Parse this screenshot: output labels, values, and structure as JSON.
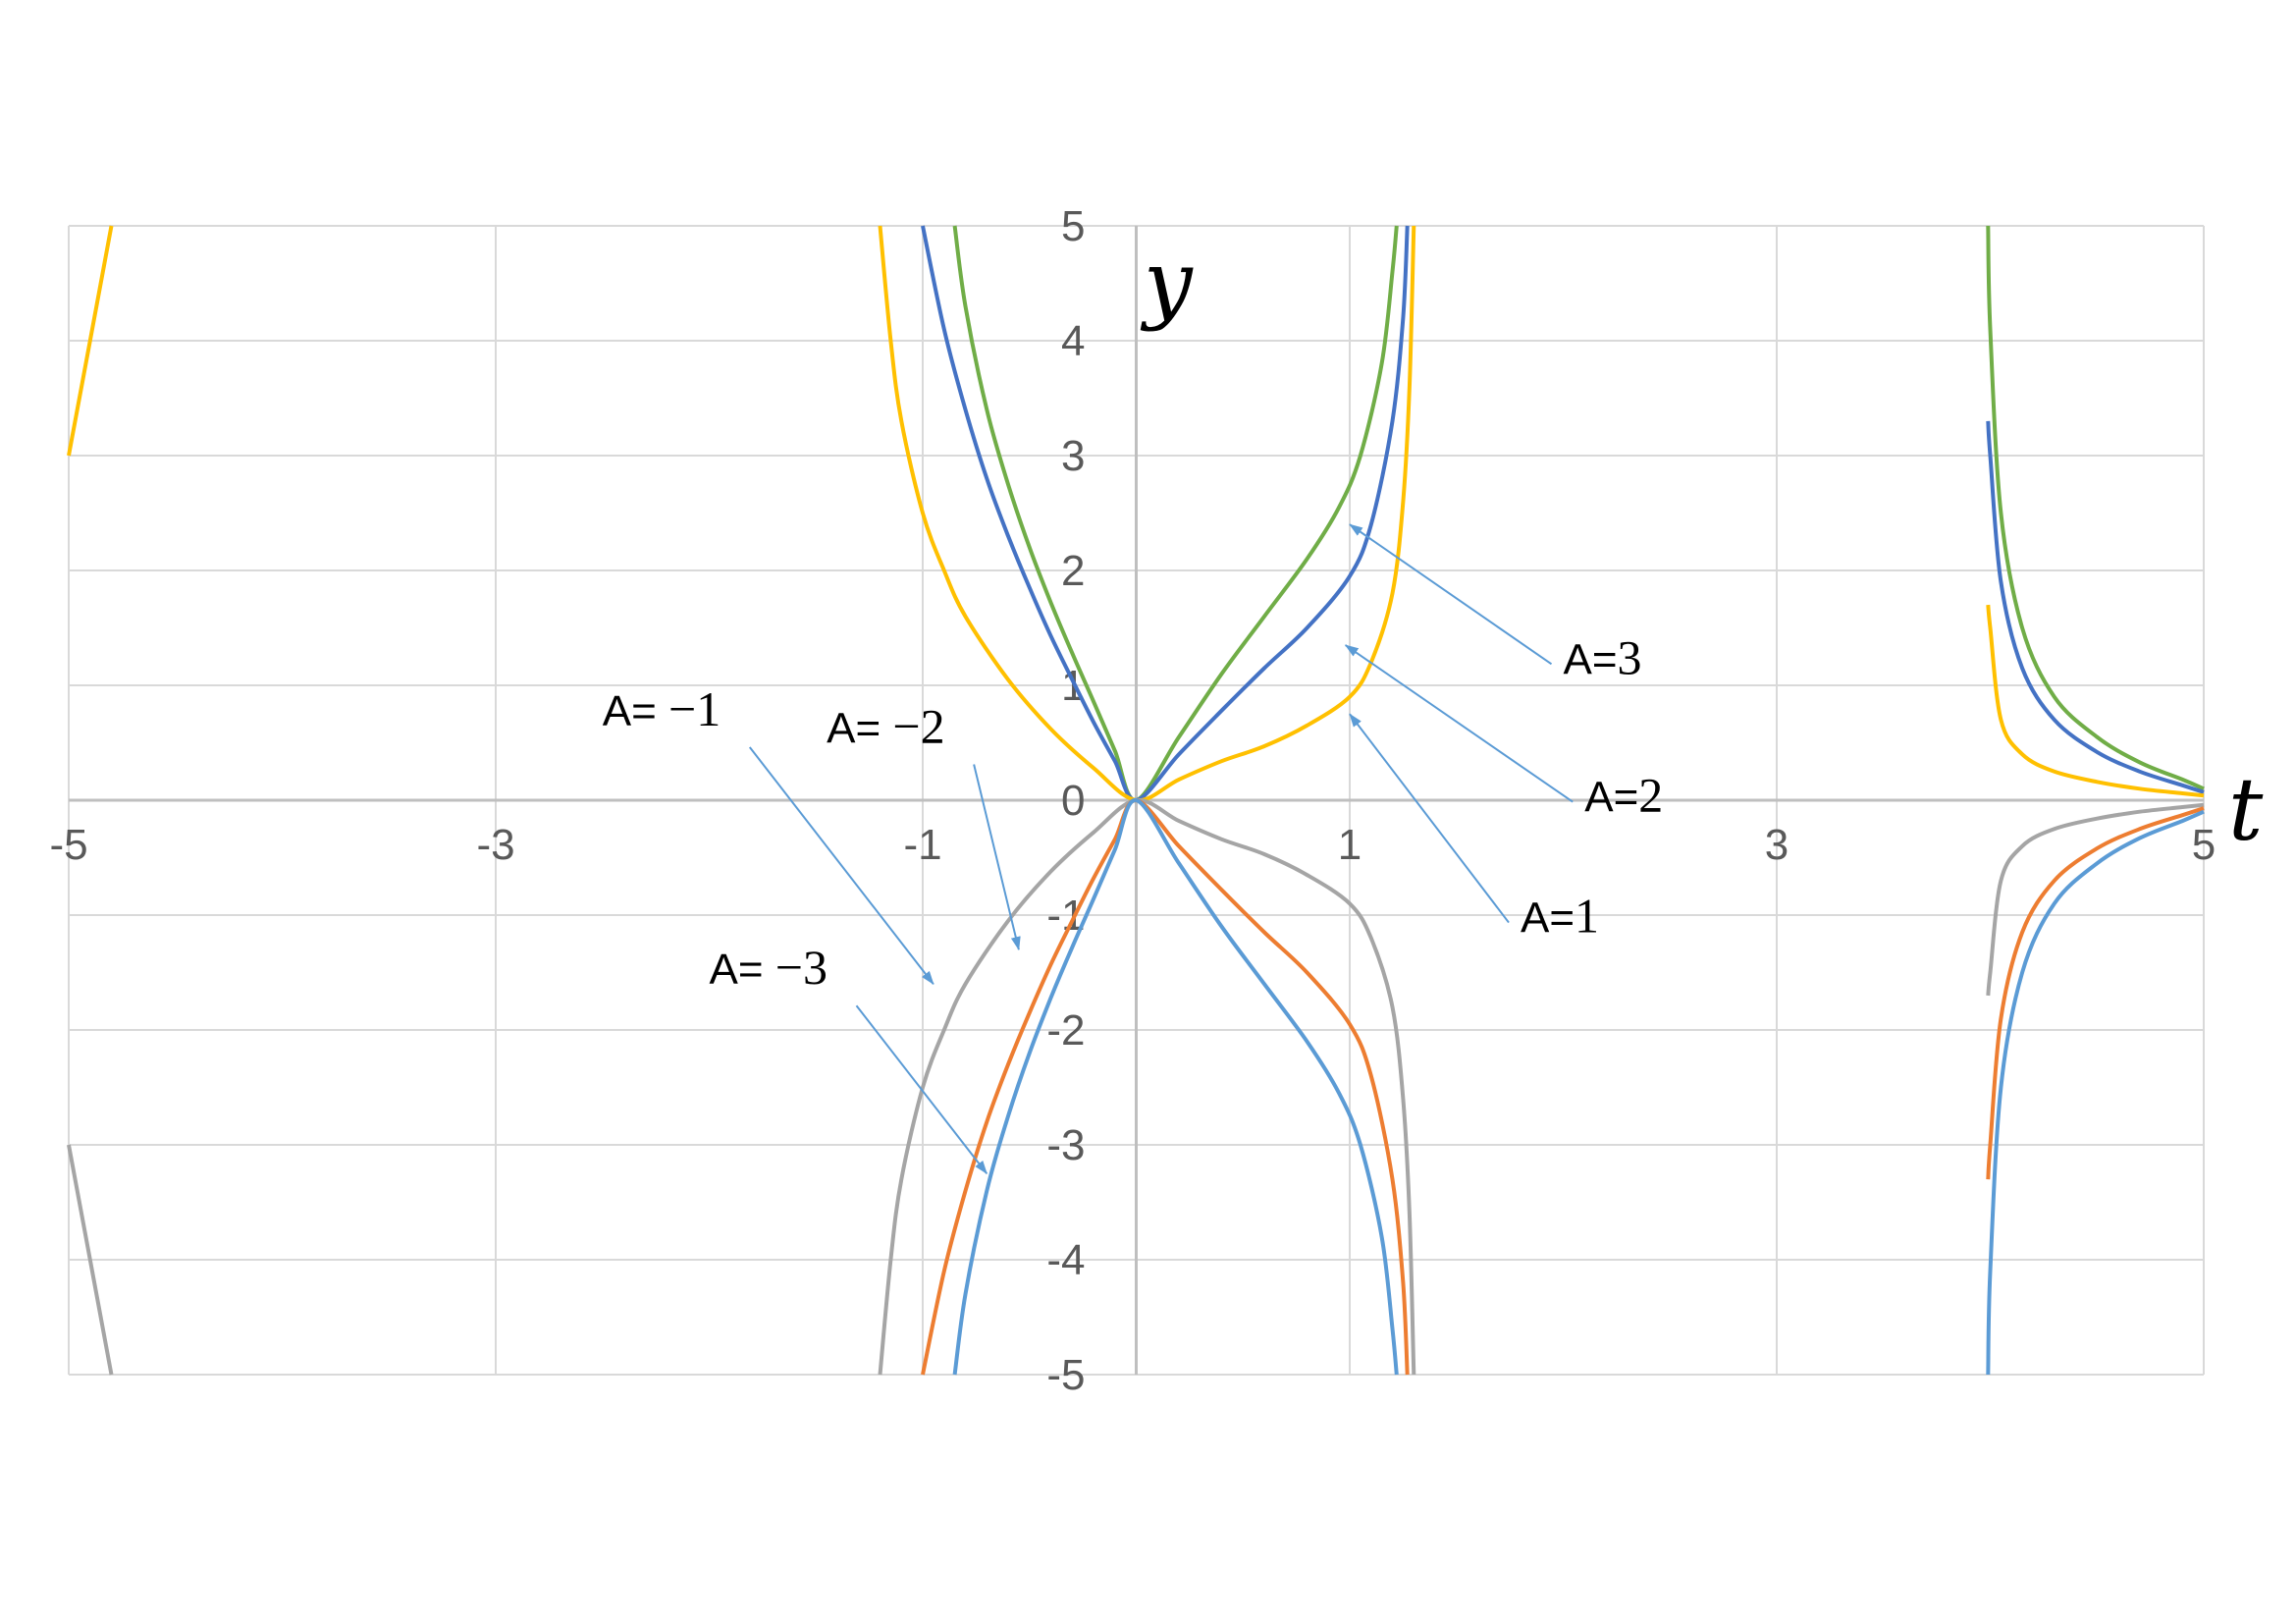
{
  "chart_data": {
    "type": "line",
    "xlabel": "t",
    "ylabel": "y",
    "xlim": [
      -5,
      5
    ],
    "ylim": [
      -5,
      5
    ],
    "grid": true,
    "x_tick_labels": [
      "-5",
      "-3",
      "-1",
      "1",
      "3",
      "5"
    ],
    "y_tick_labels": [
      "5",
      "4",
      "3",
      "2",
      "1",
      "0",
      "-1",
      "-2",
      "-3",
      "-4",
      "-5"
    ],
    "series": [
      {
        "A": 3,
        "color": "#70ad47",
        "points": [
          [
            -0.85,
            5
          ],
          [
            -0.8,
            4.3
          ],
          [
            -0.7,
            3.4
          ],
          [
            -0.6,
            2.75
          ],
          [
            -0.5,
            2.2
          ],
          [
            -0.4,
            1.72
          ],
          [
            -0.3,
            1.28
          ],
          [
            -0.2,
            0.86
          ],
          [
            -0.1,
            0.43
          ],
          [
            0,
            0
          ],
          [
            0.2,
            0.55
          ],
          [
            0.4,
            1.1
          ],
          [
            0.6,
            1.6
          ],
          [
            0.8,
            2.1
          ],
          [
            0.95,
            2.55
          ],
          [
            1.05,
            3.0
          ],
          [
            1.15,
            3.8
          ],
          [
            1.2,
            4.6
          ],
          [
            1.22,
            5
          ]
        ],
        "branch2": [
          [
            3.99,
            5
          ],
          [
            4.0,
            4.1
          ],
          [
            4.05,
            2.5
          ],
          [
            4.15,
            1.5
          ],
          [
            4.3,
            0.9
          ],
          [
            4.5,
            0.55
          ],
          [
            4.7,
            0.33
          ],
          [
            4.9,
            0.18
          ],
          [
            5.0,
            0.1
          ]
        ]
      },
      {
        "A": 2,
        "color": "#4472c4",
        "points": [
          [
            -1.0,
            5
          ],
          [
            -0.9,
            4.1
          ],
          [
            -0.8,
            3.4
          ],
          [
            -0.7,
            2.8
          ],
          [
            -0.6,
            2.3
          ],
          [
            -0.5,
            1.85
          ],
          [
            -0.4,
            1.43
          ],
          [
            -0.3,
            1.05
          ],
          [
            -0.2,
            0.68
          ],
          [
            -0.1,
            0.34
          ],
          [
            0,
            0
          ],
          [
            0.2,
            0.4
          ],
          [
            0.4,
            0.78
          ],
          [
            0.6,
            1.15
          ],
          [
            0.8,
            1.5
          ],
          [
            1.0,
            1.95
          ],
          [
            1.1,
            2.4
          ],
          [
            1.2,
            3.3
          ],
          [
            1.25,
            4.2
          ],
          [
            1.27,
            5
          ]
        ],
        "branch2": [
          [
            3.99,
            3.3
          ],
          [
            4.0,
            3.0
          ],
          [
            4.05,
            1.9
          ],
          [
            4.15,
            1.15
          ],
          [
            4.3,
            0.7
          ],
          [
            4.5,
            0.42
          ],
          [
            4.7,
            0.25
          ],
          [
            4.9,
            0.13
          ],
          [
            5.0,
            0.07
          ]
        ]
      },
      {
        "A": 1,
        "color": "#ffc000",
        "points": [
          [
            -1.2,
            5
          ],
          [
            -1.15,
            4.0
          ],
          [
            -1.1,
            3.3
          ],
          [
            -1.0,
            2.5
          ],
          [
            -0.9,
            2.0
          ],
          [
            -0.8,
            1.6
          ],
          [
            -0.6,
            1.05
          ],
          [
            -0.4,
            0.62
          ],
          [
            -0.2,
            0.28
          ],
          [
            0,
            0
          ],
          [
            0.2,
            0.18
          ],
          [
            0.4,
            0.34
          ],
          [
            0.6,
            0.47
          ],
          [
            0.8,
            0.65
          ],
          [
            1.0,
            0.9
          ],
          [
            1.1,
            1.2
          ],
          [
            1.2,
            1.8
          ],
          [
            1.25,
            2.6
          ],
          [
            1.28,
            3.6
          ],
          [
            1.3,
            5
          ]
        ],
        "branch2": [
          [
            3.99,
            1.7
          ],
          [
            4.0,
            1.5
          ],
          [
            4.05,
            0.7
          ],
          [
            4.15,
            0.4
          ],
          [
            4.3,
            0.25
          ],
          [
            4.5,
            0.16
          ],
          [
            4.7,
            0.1
          ],
          [
            4.9,
            0.06
          ],
          [
            5.0,
            0.04
          ]
        ],
        "branch0": [
          [
            -5.0,
            3.0
          ],
          [
            -4.8,
            5
          ]
        ]
      },
      {
        "A": -1,
        "color": "#a5a5a5",
        "points": [
          [
            -1.2,
            -5
          ],
          [
            -1.15,
            -4.0
          ],
          [
            -1.1,
            -3.3
          ],
          [
            -1.0,
            -2.5
          ],
          [
            -0.9,
            -2.0
          ],
          [
            -0.8,
            -1.6
          ],
          [
            -0.6,
            -1.05
          ],
          [
            -0.4,
            -0.62
          ],
          [
            -0.2,
            -0.28
          ],
          [
            0,
            0
          ],
          [
            0.2,
            -0.18
          ],
          [
            0.4,
            -0.34
          ],
          [
            0.6,
            -0.47
          ],
          [
            0.8,
            -0.65
          ],
          [
            1.0,
            -0.9
          ],
          [
            1.1,
            -1.2
          ],
          [
            1.2,
            -1.8
          ],
          [
            1.25,
            -2.6
          ],
          [
            1.28,
            -3.6
          ],
          [
            1.3,
            -5
          ]
        ],
        "branch2": [
          [
            3.99,
            -1.7
          ],
          [
            4.0,
            -1.5
          ],
          [
            4.05,
            -0.7
          ],
          [
            4.15,
            -0.4
          ],
          [
            4.3,
            -0.25
          ],
          [
            4.5,
            -0.16
          ],
          [
            4.7,
            -0.1
          ],
          [
            4.9,
            -0.06
          ],
          [
            5.0,
            -0.04
          ]
        ],
        "branch0": [
          [
            -5.0,
            -3.0
          ],
          [
            -4.8,
            -5
          ]
        ]
      },
      {
        "A": -2,
        "color": "#ed7d31",
        "points": [
          [
            -1.0,
            -5
          ],
          [
            -0.9,
            -4.1
          ],
          [
            -0.8,
            -3.4
          ],
          [
            -0.7,
            -2.8
          ],
          [
            -0.6,
            -2.3
          ],
          [
            -0.5,
            -1.85
          ],
          [
            -0.4,
            -1.43
          ],
          [
            -0.3,
            -1.05
          ],
          [
            -0.2,
            -0.68
          ],
          [
            -0.1,
            -0.34
          ],
          [
            0,
            0
          ],
          [
            0.2,
            -0.4
          ],
          [
            0.4,
            -0.78
          ],
          [
            0.6,
            -1.15
          ],
          [
            0.8,
            -1.5
          ],
          [
            1.0,
            -1.95
          ],
          [
            1.1,
            -2.4
          ],
          [
            1.2,
            -3.3
          ],
          [
            1.25,
            -4.2
          ],
          [
            1.27,
            -5
          ]
        ],
        "branch2": [
          [
            3.99,
            -3.3
          ],
          [
            4.0,
            -3.0
          ],
          [
            4.05,
            -1.9
          ],
          [
            4.15,
            -1.15
          ],
          [
            4.3,
            -0.7
          ],
          [
            4.5,
            -0.42
          ],
          [
            4.7,
            -0.25
          ],
          [
            4.9,
            -0.13
          ],
          [
            5.0,
            -0.07
          ]
        ]
      },
      {
        "A": -3,
        "color": "#5b9bd5",
        "points": [
          [
            -0.85,
            -5
          ],
          [
            -0.8,
            -4.3
          ],
          [
            -0.7,
            -3.4
          ],
          [
            -0.6,
            -2.75
          ],
          [
            -0.5,
            -2.2
          ],
          [
            -0.4,
            -1.72
          ],
          [
            -0.3,
            -1.28
          ],
          [
            -0.2,
            -0.86
          ],
          [
            -0.1,
            -0.43
          ],
          [
            0,
            0
          ],
          [
            0.2,
            -0.55
          ],
          [
            0.4,
            -1.1
          ],
          [
            0.6,
            -1.6
          ],
          [
            0.8,
            -2.1
          ],
          [
            0.95,
            -2.55
          ],
          [
            1.05,
            -3.0
          ],
          [
            1.15,
            -3.8
          ],
          [
            1.2,
            -4.6
          ],
          [
            1.22,
            -5
          ]
        ],
        "branch2": [
          [
            3.99,
            -5
          ],
          [
            4.0,
            -4.1
          ],
          [
            4.05,
            -2.5
          ],
          [
            4.15,
            -1.5
          ],
          [
            4.3,
            -0.9
          ],
          [
            4.5,
            -0.55
          ],
          [
            4.7,
            -0.33
          ],
          [
            4.9,
            -0.18
          ],
          [
            5.0,
            -0.1
          ]
        ]
      }
    ],
    "annotations": [
      {
        "prefix": "A=",
        "value": "3",
        "arrow_to": [
          1.0,
          2.4
        ],
        "text_at": [
          2.0,
          1.1
        ]
      },
      {
        "prefix": "A=",
        "value": "2",
        "arrow_to": [
          0.98,
          1.35
        ],
        "text_at": [
          2.1,
          -0.1
        ]
      },
      {
        "prefix": "A=",
        "value": "1",
        "arrow_to": [
          1.0,
          0.75
        ],
        "text_at": [
          1.8,
          -1.15
        ]
      },
      {
        "prefix": "A= ",
        "value": "−1",
        "arrow_to": [
          -0.95,
          -1.6
        ],
        "text_at": [
          -2.5,
          0.65
        ]
      },
      {
        "prefix": "A= ",
        "value": "−2",
        "arrow_to": [
          -0.55,
          -1.3
        ],
        "text_at": [
          -1.45,
          0.5
        ]
      },
      {
        "prefix": "A= ",
        "value": "−3",
        "arrow_to": [
          -0.7,
          -3.25
        ],
        "text_at": [
          -2.0,
          -1.6
        ]
      }
    ],
    "annotation_arrow_color": "#5b9bd5"
  }
}
